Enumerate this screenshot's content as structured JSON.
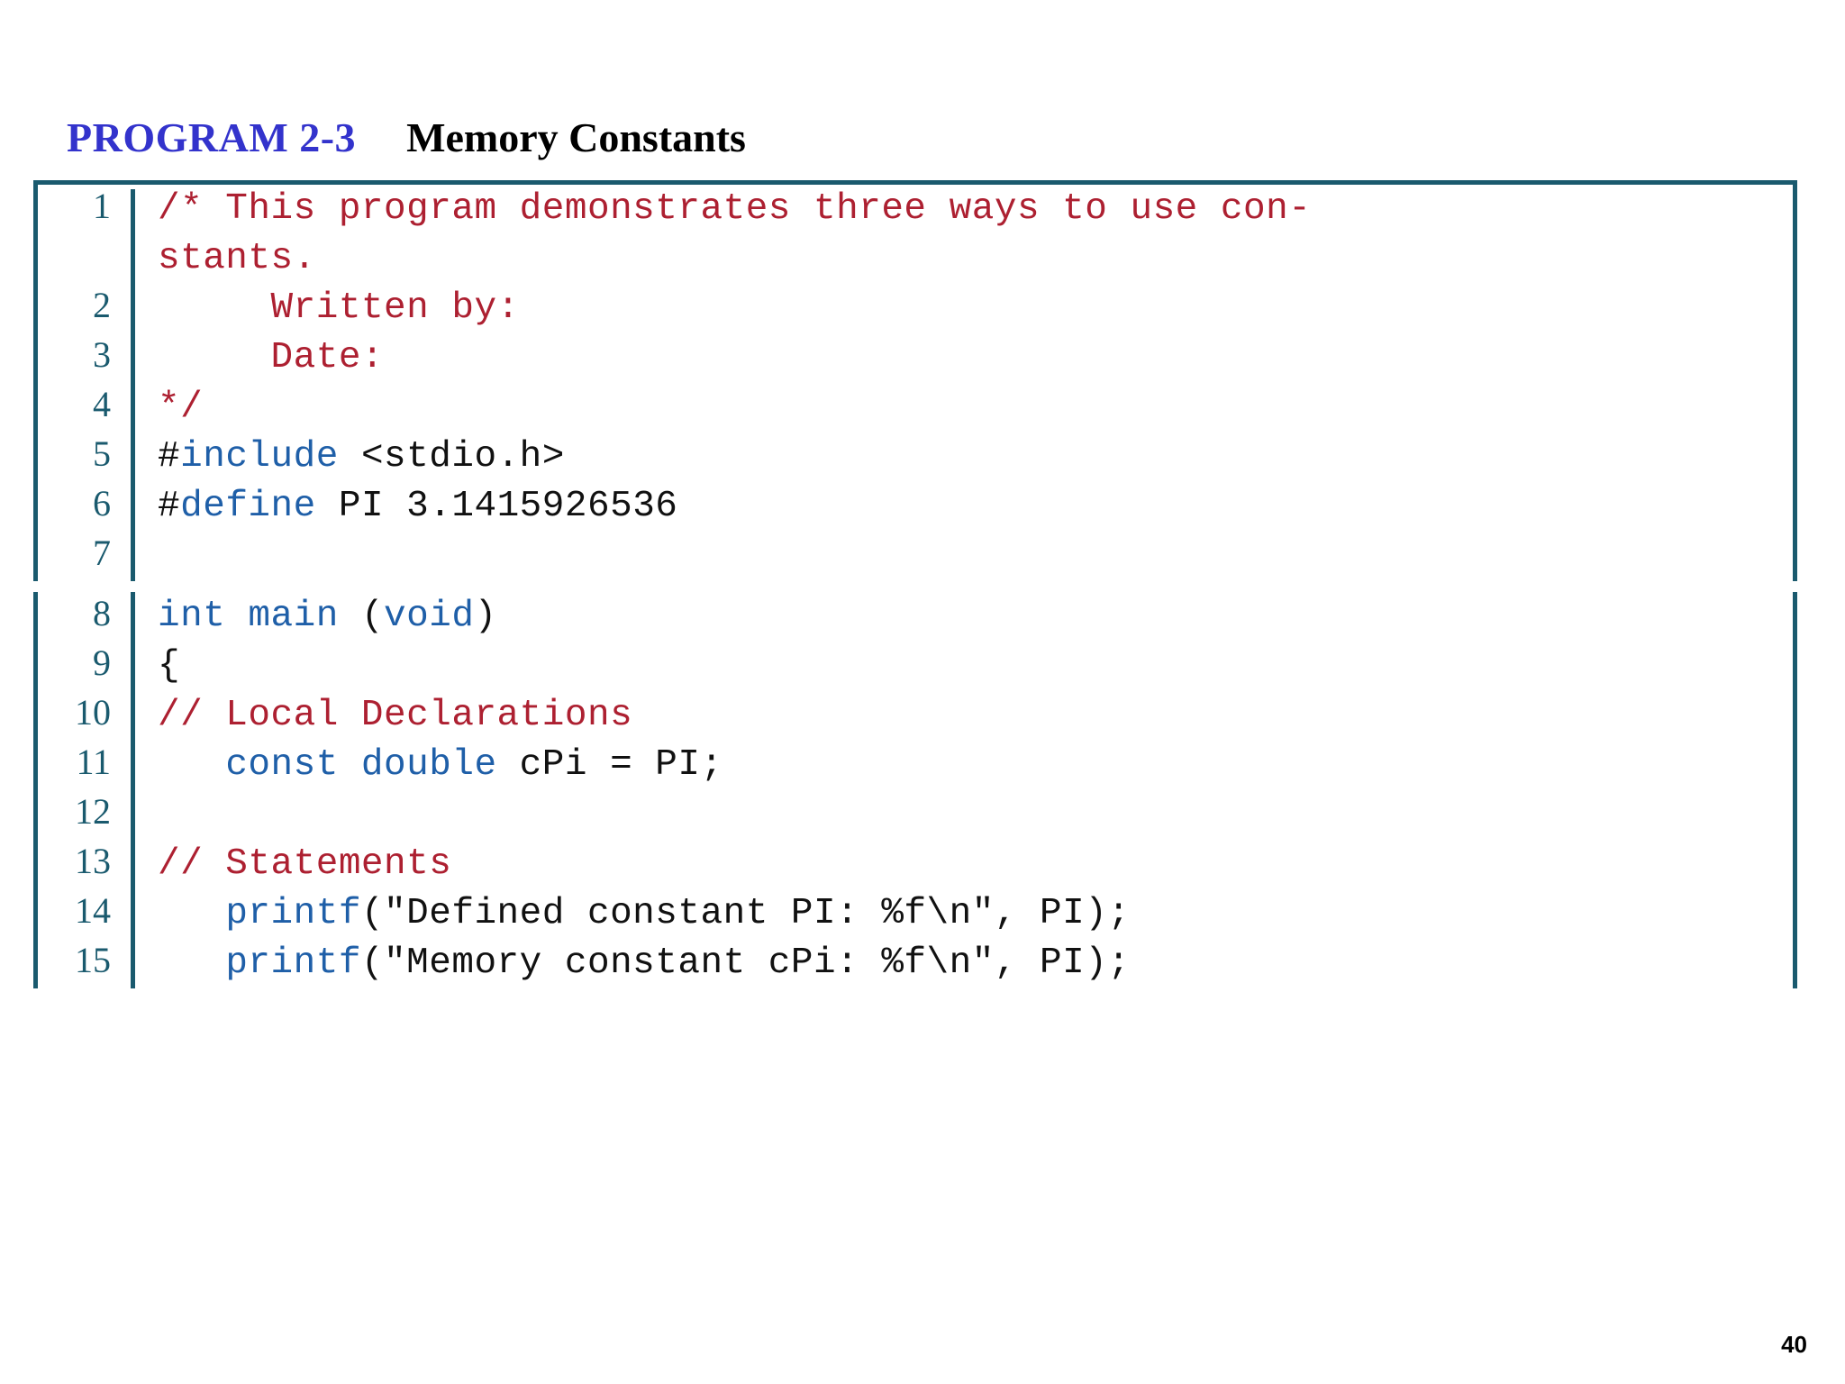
{
  "slide": {
    "program_label": "PROGRAM 2-3",
    "program_name": "Memory Constants",
    "page_number": "40"
  },
  "colors": {
    "title_accent": "#3333CC",
    "border": "#1A5A6E",
    "line_number": "#1A5A6E",
    "comment": "#AD2031",
    "keyword": "#1F5FA8",
    "plain": "#111111"
  },
  "code": {
    "sections": [
      {
        "lines": [
          {
            "number": "1",
            "tall": true,
            "tokens": [
              {
                "t": "/* This program demonstrates three ways to use con-\nstants.",
                "c": "cmt"
              }
            ]
          },
          {
            "number": "2",
            "tall": false,
            "tokens": [
              {
                "t": "     Written by:",
                "c": "cmt"
              }
            ]
          },
          {
            "number": "3",
            "tall": false,
            "tokens": [
              {
                "t": "     Date:",
                "c": "cmt"
              }
            ]
          },
          {
            "number": "4",
            "tall": false,
            "tokens": [
              {
                "t": "*/",
                "c": "cmt"
              }
            ]
          },
          {
            "number": "5",
            "tall": false,
            "tokens": [
              {
                "t": "#",
                "c": "pl"
              },
              {
                "t": "include",
                "c": "kw"
              },
              {
                "t": " <stdio.h>",
                "c": "pl"
              }
            ]
          },
          {
            "number": "6",
            "tall": false,
            "tokens": [
              {
                "t": "#",
                "c": "pl"
              },
              {
                "t": "define",
                "c": "kw"
              },
              {
                "t": " PI 3.1415926536",
                "c": "pl"
              }
            ]
          },
          {
            "number": "7",
            "tall": false,
            "tokens": [
              {
                "t": "",
                "c": "pl"
              }
            ]
          }
        ]
      },
      {
        "lines": [
          {
            "number": "8",
            "tall": false,
            "tokens": [
              {
                "t": "int main ",
                "c": "kw"
              },
              {
                "t": "(",
                "c": "pl"
              },
              {
                "t": "void",
                "c": "kw"
              },
              {
                "t": ")",
                "c": "pl"
              }
            ]
          },
          {
            "number": "9",
            "tall": false,
            "tokens": [
              {
                "t": "{",
                "c": "pl"
              }
            ]
          },
          {
            "number": "10",
            "tall": false,
            "tokens": [
              {
                "t": "// Local Declarations",
                "c": "cmt"
              }
            ]
          },
          {
            "number": "11",
            "tall": false,
            "tokens": [
              {
                "t": "   ",
                "c": "pl"
              },
              {
                "t": "const double",
                "c": "kw"
              },
              {
                "t": " cPi = PI;",
                "c": "pl"
              }
            ]
          },
          {
            "number": "12",
            "tall": false,
            "tokens": [
              {
                "t": "",
                "c": "pl"
              }
            ]
          },
          {
            "number": "13",
            "tall": false,
            "tokens": [
              {
                "t": "// Statements",
                "c": "cmt"
              }
            ]
          },
          {
            "number": "14",
            "tall": false,
            "tokens": [
              {
                "t": "   ",
                "c": "pl"
              },
              {
                "t": "printf",
                "c": "kw"
              },
              {
                "t": "(\"Defined constant PI: %f\\n\", PI);",
                "c": "pl"
              }
            ]
          },
          {
            "number": "15",
            "tall": false,
            "tokens": [
              {
                "t": "   ",
                "c": "pl"
              },
              {
                "t": "printf",
                "c": "kw"
              },
              {
                "t": "(\"Memory constant cPi: %f\\n\", PI);",
                "c": "pl"
              }
            ]
          }
        ]
      }
    ]
  }
}
